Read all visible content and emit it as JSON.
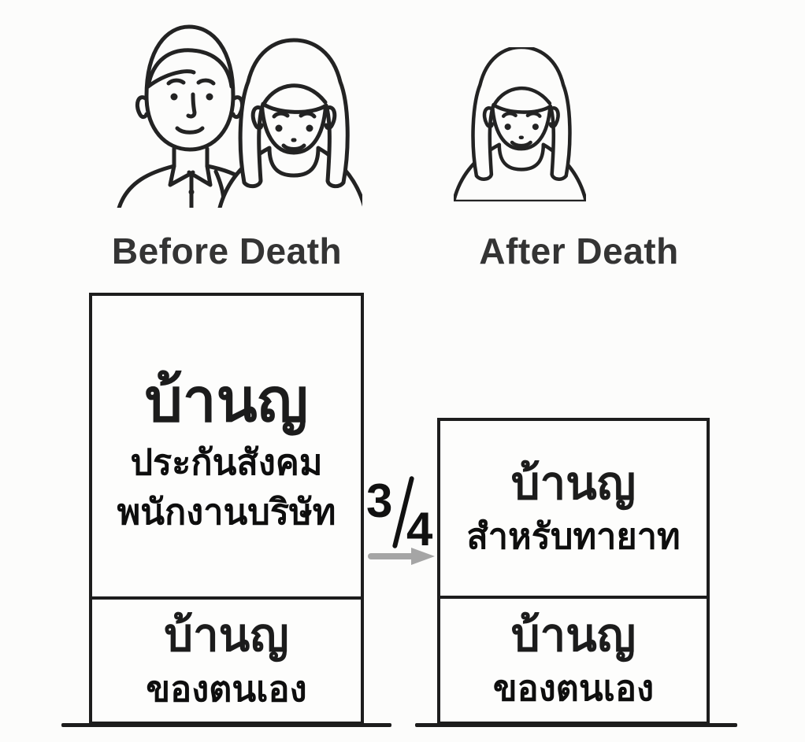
{
  "colors": {
    "background": "#fcfcfb",
    "line_art": "#232323",
    "box_border": "#1d1d1d",
    "arrow": "#a5a5a5",
    "heading_text": "#343434",
    "thai_text": "#111111"
  },
  "headings": {
    "before": "Before Death",
    "after": "After Death"
  },
  "before_stack": {
    "top_box": {
      "title": "บ้านญ",
      "subtitle_line1": "ประกันสังคม",
      "subtitle_line2": "พนักงานบริษัท"
    },
    "bottom_box": {
      "title": "บ้านญ",
      "subtitle": "ของตนเอง"
    }
  },
  "after_stack": {
    "top_box": {
      "title": "บ้านญ",
      "subtitle": "สำหรับทายาท"
    },
    "bottom_box": {
      "title": "บ้านญ",
      "subtitle": "ของตนเอง"
    }
  },
  "transfer": {
    "numerator": "3",
    "denominator": "4"
  },
  "icons": {
    "left_figure": "couple-line-art",
    "right_figure": "woman-line-art",
    "arrow": "right-arrow"
  }
}
